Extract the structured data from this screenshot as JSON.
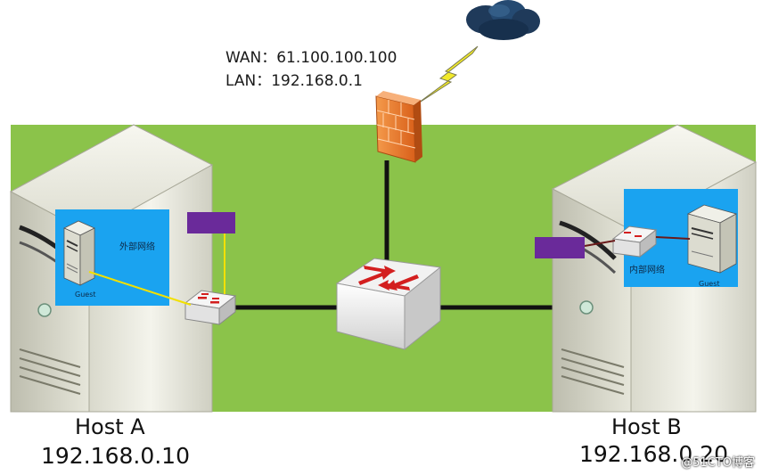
{
  "router": {
    "wan_text": "WAN：61.100.100.100",
    "lan_text": "LAN：192.168.0.1"
  },
  "host_a": {
    "name": "Host A",
    "ip": "192.168.0.10",
    "network_label": "外部网络",
    "guest_label": "Guest"
  },
  "host_b": {
    "name": "Host B",
    "ip": "192.168.0.20",
    "network_label": "内部网络",
    "guest_label": "Guest"
  },
  "watermark": "@51CTO博客",
  "colors": {
    "network_area": "#8bc34a",
    "guest_network": "#1aa3f0",
    "nic": "#6a2a9a",
    "cable": "#111111",
    "virtual_link": "#f2e000",
    "firewall": "#ef7d2e",
    "cloud": "#1f3a5a"
  }
}
